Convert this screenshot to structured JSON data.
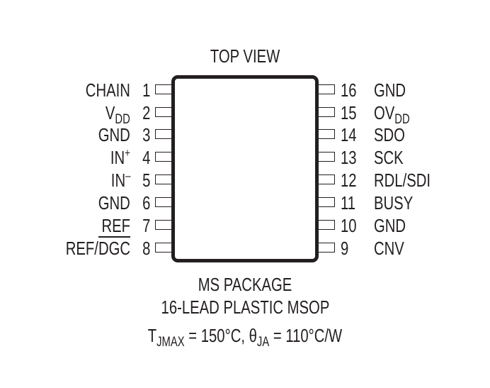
{
  "diagram": {
    "title": "TOP VIEW",
    "package_name": "MS PACKAGE",
    "package_desc": "16-LEAD PLASTIC MSOP",
    "thermal": {
      "tj_symbol": "T",
      "tj_sub": "JMAX",
      "tj_value": " = 150°C, ",
      "theta_symbol": "θ",
      "theta_sub": "JA",
      "theta_value": " = 110°C/W"
    },
    "left_pins": [
      {
        "num": "1",
        "name": "CHAIN"
      },
      {
        "num": "2",
        "name": "V",
        "sub": "DD"
      },
      {
        "num": "3",
        "name": "GND"
      },
      {
        "num": "4",
        "name": "IN",
        "sup": "+"
      },
      {
        "num": "5",
        "name": "IN",
        "sup": "–"
      },
      {
        "num": "6",
        "name": "GND"
      },
      {
        "num": "7",
        "name": "REF"
      },
      {
        "num": "8",
        "name": "REF/",
        "overline": "DGC"
      }
    ],
    "right_pins": [
      {
        "num": "16",
        "name": "GND"
      },
      {
        "num": "15",
        "name": "OV",
        "sub": "DD"
      },
      {
        "num": "14",
        "name": "SDO"
      },
      {
        "num": "13",
        "name": "SCK"
      },
      {
        "num": "12",
        "name": "RDL/SDI"
      },
      {
        "num": "11",
        "name": "BUSY"
      },
      {
        "num": "10",
        "name": "GND"
      },
      {
        "num": "9",
        "name": "CNV"
      }
    ]
  }
}
